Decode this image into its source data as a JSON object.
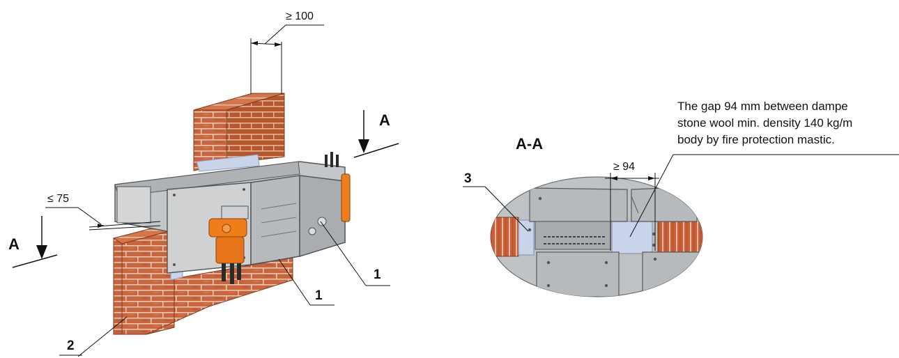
{
  "left_view": {
    "dim_top": "≥ 100",
    "dim_side": "≤ 75",
    "section_mark_right": "A",
    "section_mark_left": "A",
    "callout_1a": "1",
    "callout_1b": "1",
    "callout_2": "2"
  },
  "section_view": {
    "title": "A-A",
    "dim_gap": "≥ 94",
    "callout_3": "3",
    "note_lines": [
      "The gap 94 mm between dampe",
      "stone wool min. density 140 kg/m",
      "body by fire protection mastic."
    ]
  },
  "colors": {
    "brick": "#c8643e",
    "mortar": "#e9c4a8",
    "metal": "#b9bcbf",
    "metal_dark": "#8c9094",
    "insulation": "#c9d3ea",
    "actuator": "#ef7d1a",
    "section_bg": "#bfc2c4"
  }
}
